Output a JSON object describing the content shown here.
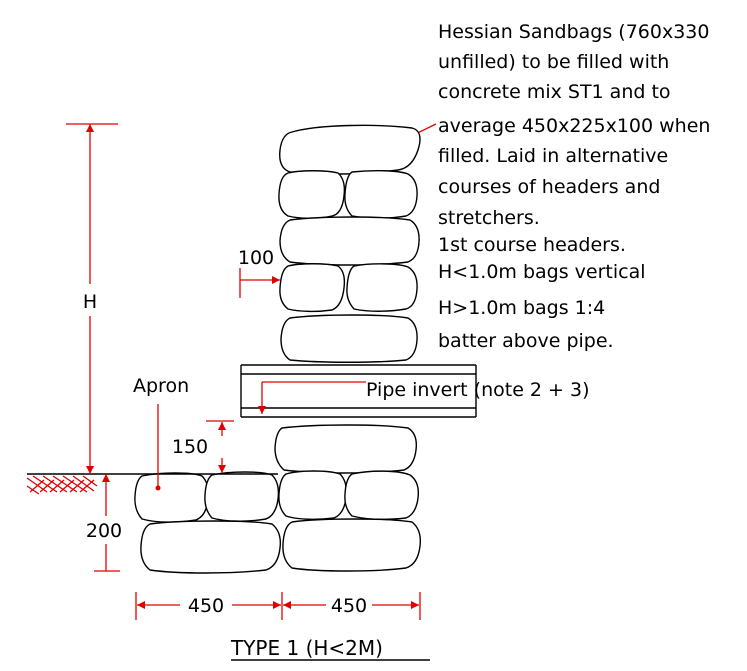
{
  "note": {
    "lines": [
      "Hessian Sandbags (760x330",
      "unfilled) to be filled with",
      "concrete mix ST1 and to",
      "average 450x225x100 when",
      "filled. Laid in alternative",
      "courses  of headers and",
      "stretchers.",
      "1st course headers.",
      "H<1.0m bags vertical",
      "H>1.0m bags 1:4",
      "batter above pipe."
    ]
  },
  "labels": {
    "height": "H",
    "apron": "Apron",
    "pipe_invert": "Pipe invert (note 2 + 3)",
    "dim_100": "100",
    "dim_150": "150",
    "dim_200": "200",
    "dim_450_left": "450",
    "dim_450_right": "450",
    "title": "TYPE 1  (H<2M)"
  },
  "colors": {
    "dimension": "#e10000",
    "outline": "#000000",
    "background": "#ffffff"
  }
}
